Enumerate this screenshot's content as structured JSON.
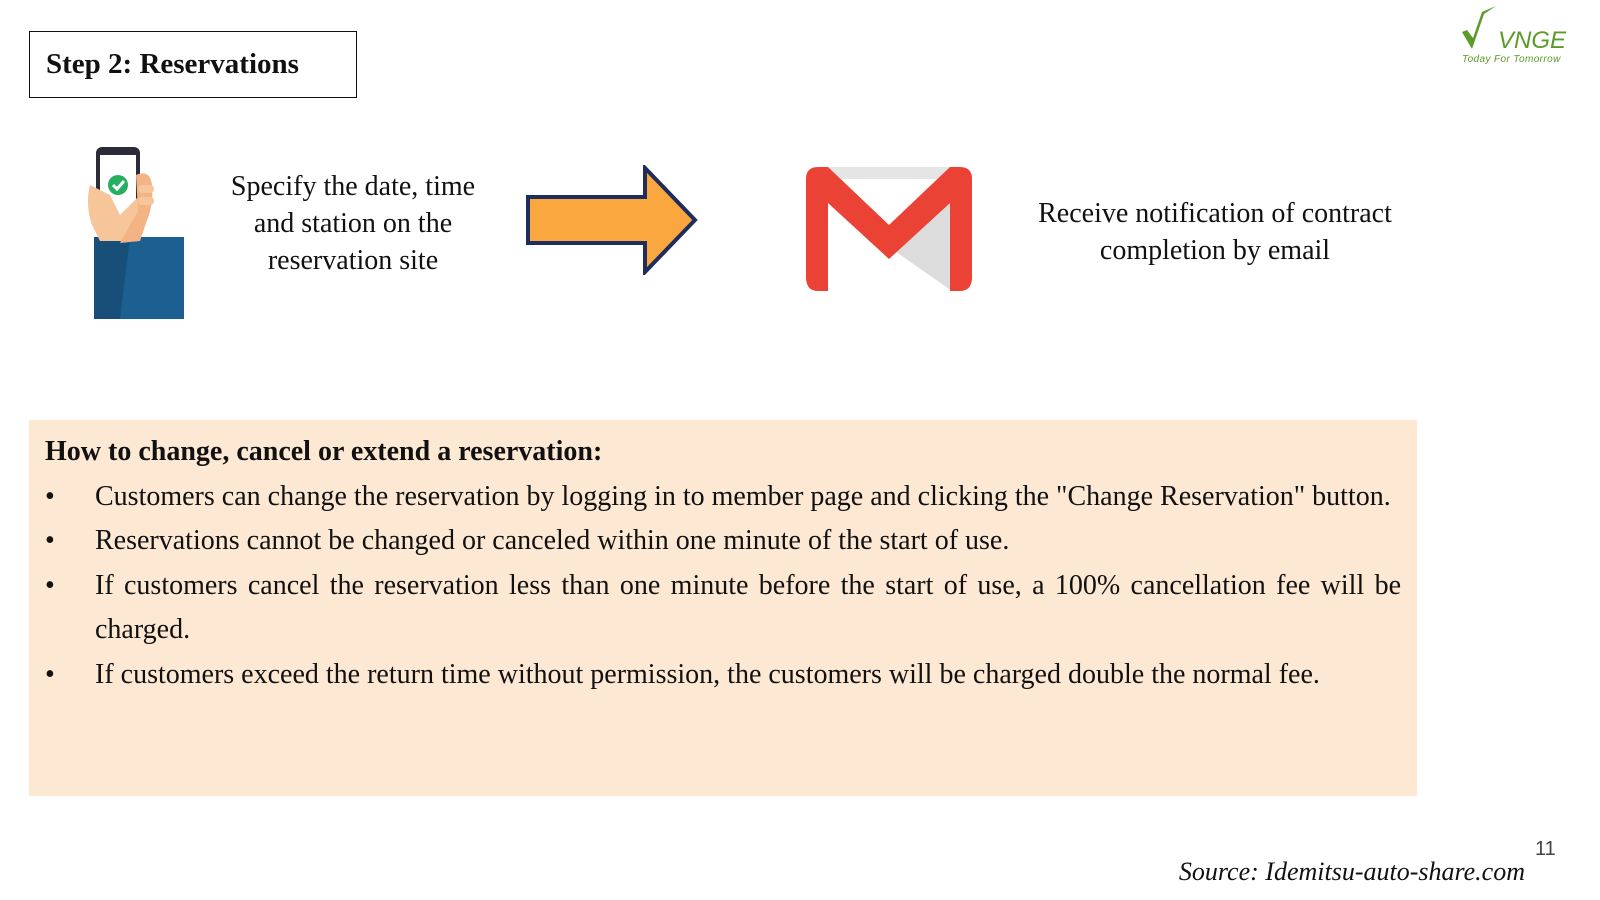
{
  "title": "Step 2: Reservations",
  "logo": {
    "brand": "VNGE",
    "tagline": "Today For Tomorrow",
    "color": "#5c9a2a"
  },
  "steps": [
    {
      "icon": "phone-hand-icon",
      "text": "Specify the date, time and station on the reservation site"
    },
    {
      "icon": "gmail-icon",
      "text": "Receive notification of contract completion by email"
    }
  ],
  "arrow": {
    "color": "#f9a73e",
    "outline": "#1f2d5c"
  },
  "info": {
    "heading": "How to change, cancel or extend a reservation:",
    "background": "#fde8d4",
    "items": [
      "Customers can change the reservation by logging in to member page and clicking the \"Change Reservation\" button.",
      "Reservations cannot be changed or canceled within one minute of the start of use.",
      "If customers cancel the reservation less than one minute before the start of use, a 100% cancellation fee will be charged.",
      "If customers exceed the return time without permission, the customers will be charged double the normal fee."
    ],
    "bullet": "•"
  },
  "page_number": "11",
  "source": "Source: Idemitsu-auto-share.com"
}
